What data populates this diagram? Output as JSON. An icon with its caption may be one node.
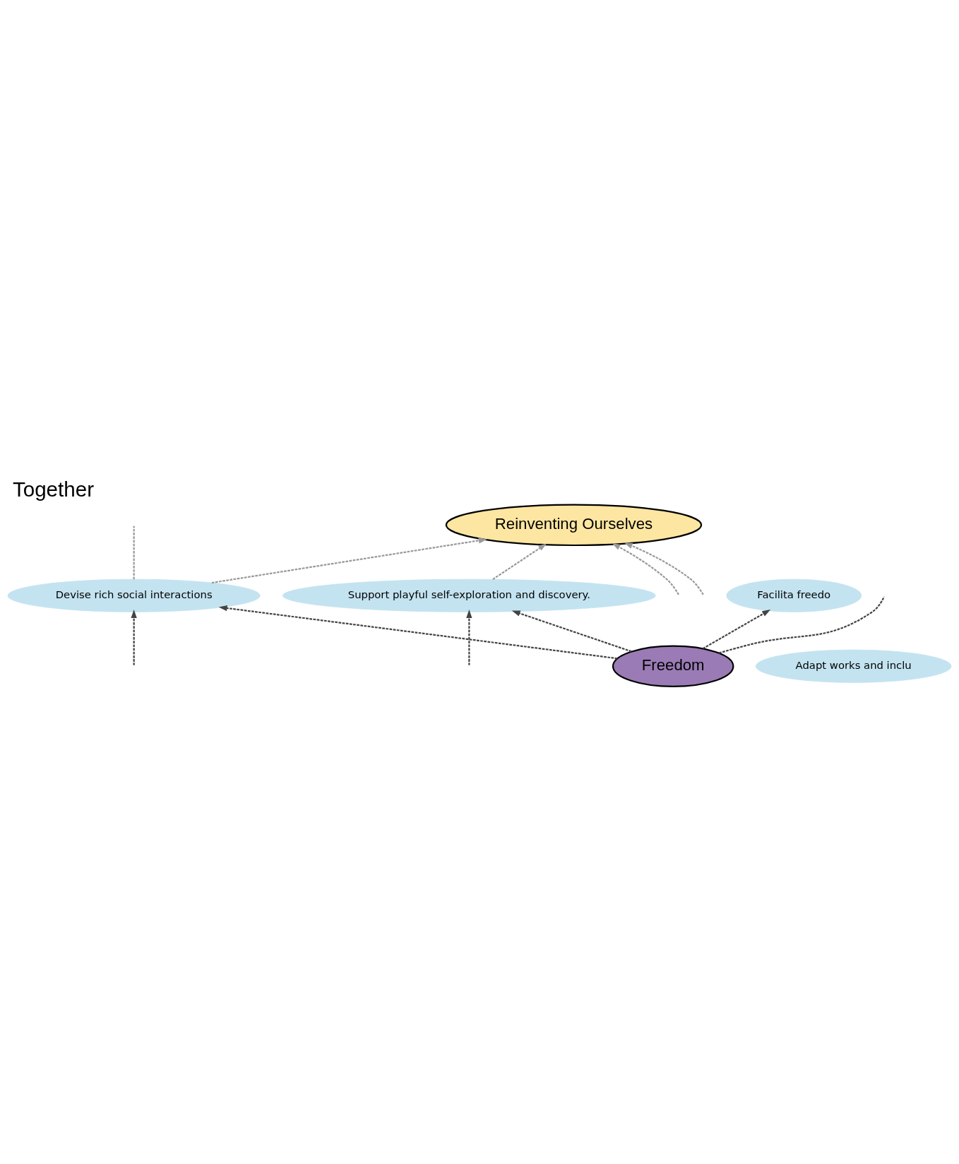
{
  "diagram": {
    "title": "Together",
    "nodes": [
      {
        "text": [
          "Reinventing Ourselves"
        ]
      },
      {
        "text": [
          "Devise rich social interactions"
        ]
      },
      {
        "text": [
          "Adapt works and inclu"
        ]
      },
      {
        "text": [
          "Support playful self-exploration and discovery."
        ]
      },
      {
        "text": [
          "Freedom"
        ]
      },
      {
        "text": [
          "Facilita freedo"
        ]
      }
    ],
    "edges": [
      {
        "from": 1,
        "to": 0,
        "arrow": "to",
        "style": "dashed",
        "color": "#999999"
      },
      {
        "from": null,
        "to": 0,
        "arrow": "to",
        "style": "dashed",
        "color": "#999999"
      },
      {
        "from": null,
        "to": 0,
        "arrow": "to",
        "style": "dashed",
        "color": "#999999"
      },
      {
        "from": 3,
        "to": 0,
        "arrow": "to",
        "style": "dashed",
        "color": "#999999"
      },
      {
        "from": 1,
        "to": null,
        "arrow": "none",
        "style": "dashed",
        "color": "#999999"
      },
      {
        "from": 4,
        "to": 1,
        "arrow": "to",
        "style": "dashed"
      },
      {
        "from": 4,
        "to": 3,
        "arrow": "to",
        "style": "dashed"
      },
      {
        "from": 4,
        "to": null,
        "arrow": "none",
        "style": "dashed"
      },
      {
        "from": null,
        "to": 3,
        "arrow": "to",
        "style": "dashed"
      },
      {
        "from": 4,
        "to": 5,
        "arrow": "to",
        "style": "dashed"
      },
      {
        "from": null,
        "to": 1,
        "arrow": "to",
        "style": "dashed"
      }
    ]
  }
}
